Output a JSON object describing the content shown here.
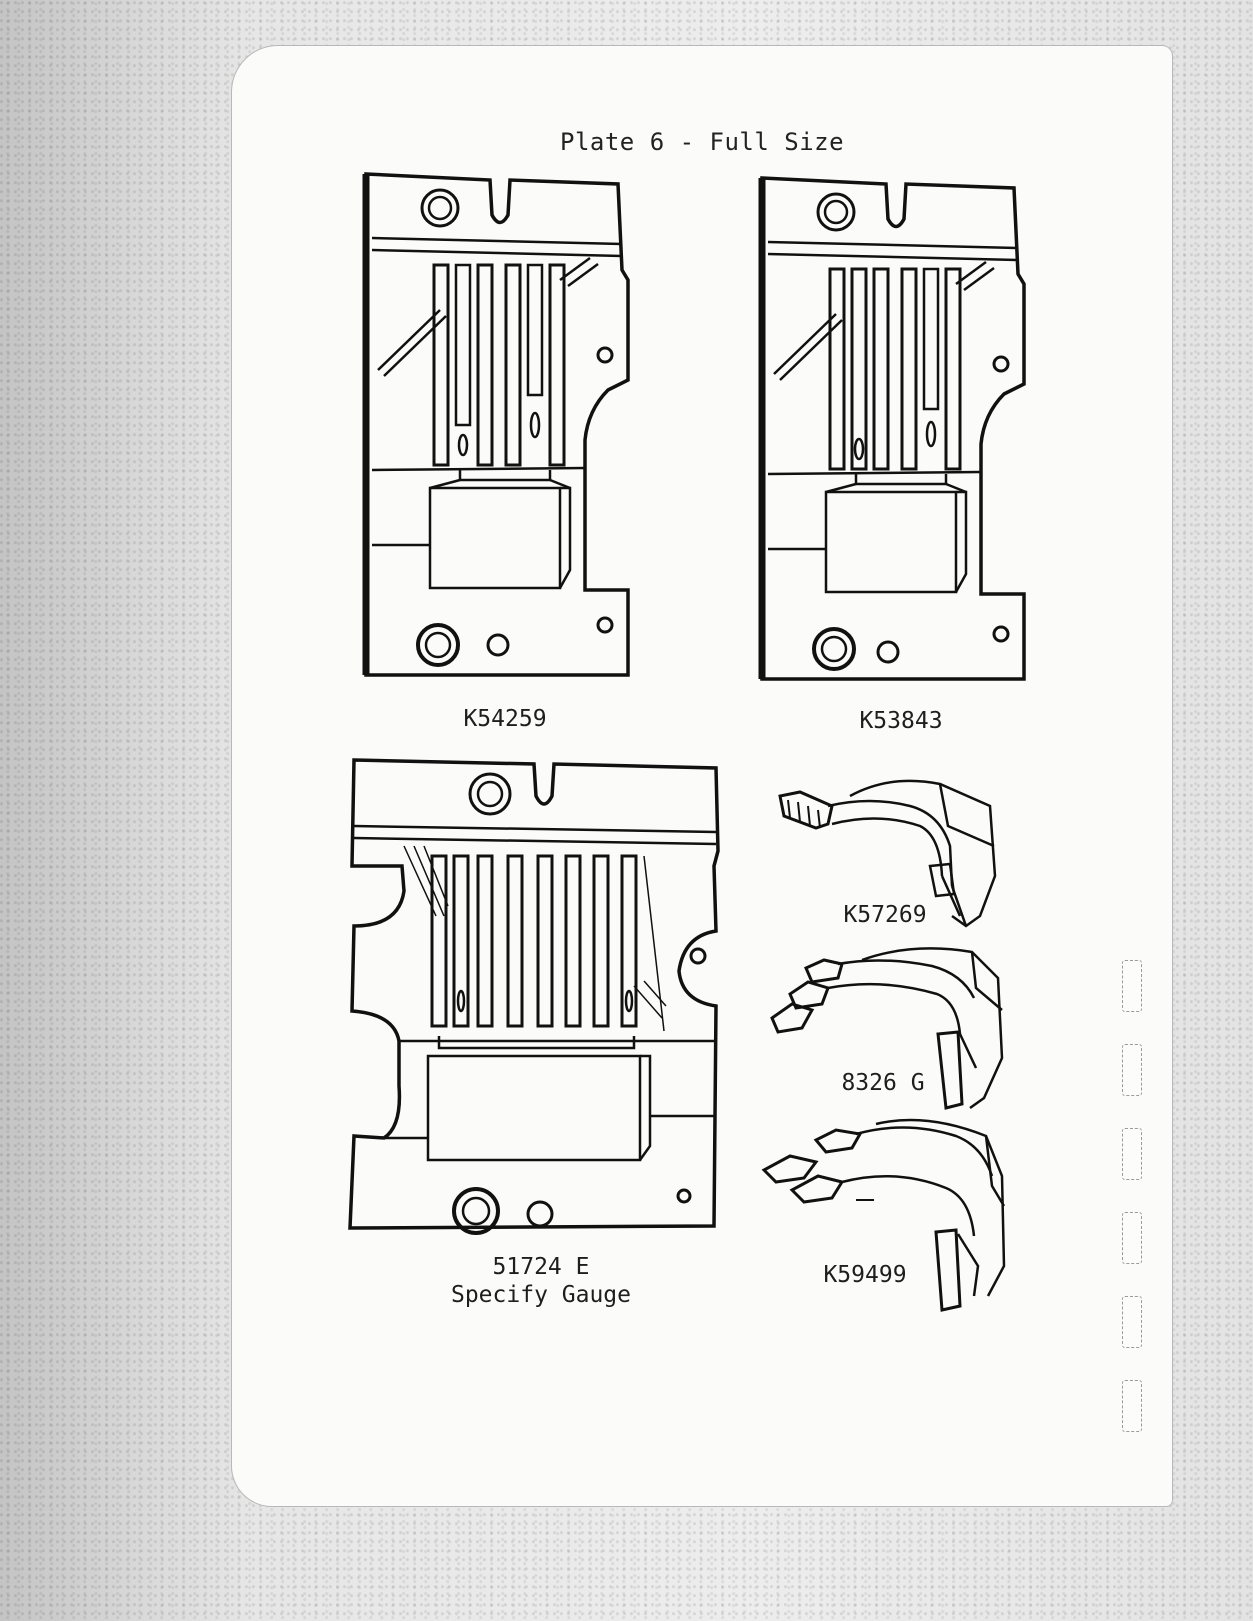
{
  "page": {
    "title": "Plate 6 - Full Size"
  },
  "parts": {
    "k54259": {
      "label": "K54259"
    },
    "k53843": {
      "label": "K53843"
    },
    "p51724e": {
      "label": "51724 E",
      "note": "Specify Gauge"
    },
    "k57269": {
      "label": "K57269"
    },
    "p8326g": {
      "label": "8326 G"
    },
    "k59499": {
      "label": "K59499"
    }
  }
}
